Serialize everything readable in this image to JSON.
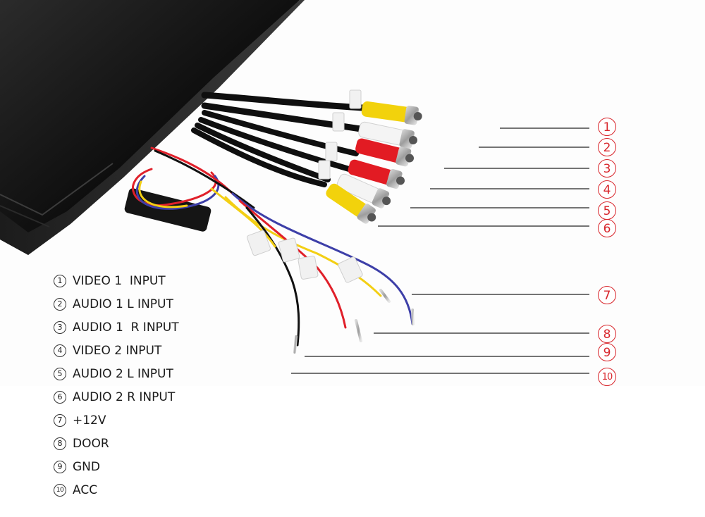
{
  "colors": {
    "label_red": "#d8262c",
    "leader_line": "#222222",
    "text": "#1a1a1a",
    "rca_yellow": "#f2d20c",
    "rca_white": "#f4f4f4",
    "rca_red": "#e21b23",
    "wire_red": "#e0202a",
    "wire_yellow": "#f3cf14",
    "wire_blue": "#3d3fa8",
    "wire_black": "#111111"
  },
  "callouts": [
    {
      "number": "1"
    },
    {
      "number": "2"
    },
    {
      "number": "3"
    },
    {
      "number": "4"
    },
    {
      "number": "5"
    },
    {
      "number": "6"
    },
    {
      "number": "7"
    },
    {
      "number": "8"
    },
    {
      "number": "9"
    },
    {
      "number": "10"
    }
  ],
  "legend": [
    {
      "number": "1",
      "label": "VIDEO 1  INPUT"
    },
    {
      "number": "2",
      "label": "AUDIO 1 L INPUT"
    },
    {
      "number": "3",
      "label": "AUDIO 1  R INPUT"
    },
    {
      "number": "4",
      "label": "VIDEO 2 INPUT"
    },
    {
      "number": "5",
      "label": "AUDIO 2 L INPUT"
    },
    {
      "number": "6",
      "label": "AUDIO 2 R INPUT"
    },
    {
      "number": "7",
      "label": "+12V"
    },
    {
      "number": "8",
      "label": "DOOR"
    },
    {
      "number": "9",
      "label": "GND"
    },
    {
      "number": "10",
      "label": "ACC"
    }
  ]
}
